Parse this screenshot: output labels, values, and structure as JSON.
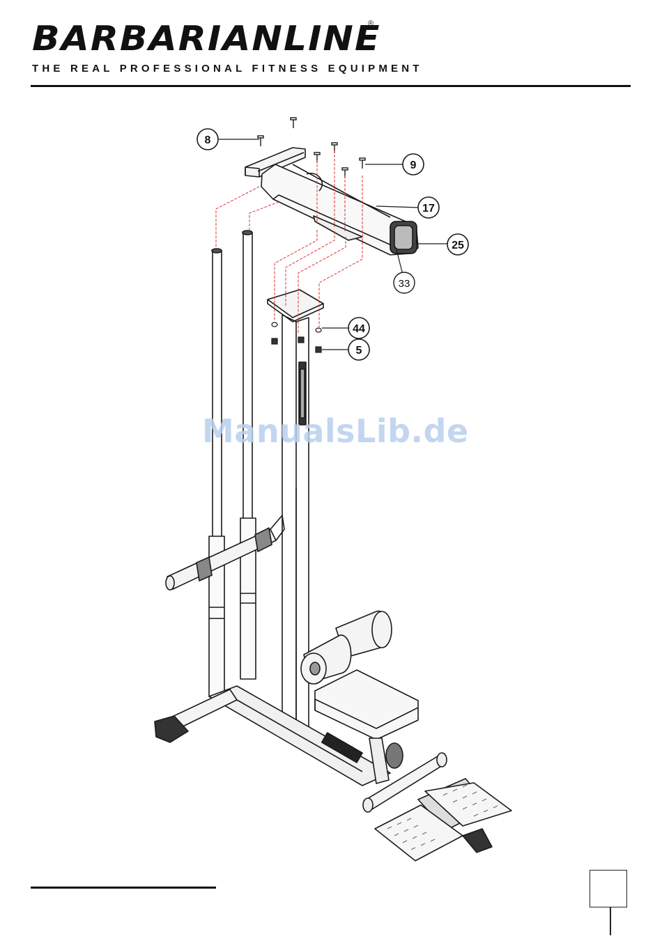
{
  "brand": {
    "name": "BARBARIANLINE",
    "registered": "®",
    "tagline": "THE REAL PROFESSIONAL FITNESS EQUIPMENT"
  },
  "diagram": {
    "callouts": [
      "8",
      "9",
      "17",
      "25",
      "33",
      "44",
      "5"
    ]
  },
  "watermark": "ManualsLib.de",
  "footer": {
    "page_number": ""
  }
}
